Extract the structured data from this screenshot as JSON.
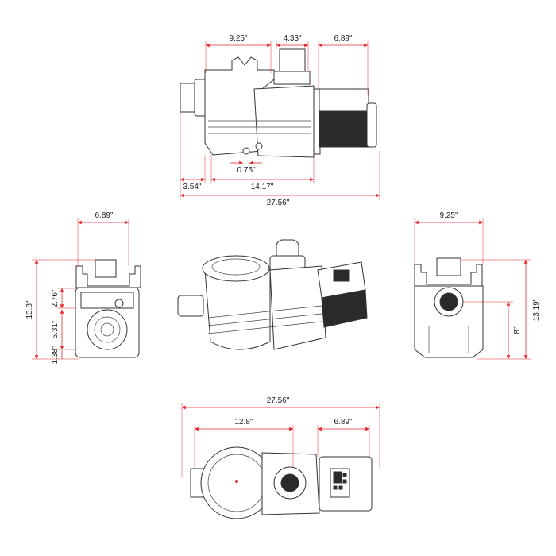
{
  "side_view": {
    "basket_width": "9.25\"",
    "inlet_tube_width": "4.33\"",
    "motor_length": "6.89\"",
    "drain_plug": "0.75\"",
    "inlet_pipe_length": "3.54\"",
    "body_length": "14.17\"",
    "overall_length": "27.56\""
  },
  "front_view": {
    "width": "6.89\"",
    "overall_height": "13.8\"",
    "upper_segment": "2.76\"",
    "middle_segment": "5.31\"",
    "base_segment": "1.38\""
  },
  "back_view": {
    "width": "9.25\"",
    "overall_height": "13.19\"",
    "inlet_height": "8\""
  },
  "top_view": {
    "overall_length": "27.56\"",
    "basket_to_outlet": "12.8\"",
    "motor_length": "6.89\""
  },
  "colors": {
    "dimension": "#e8262b",
    "outline": "#333333"
  }
}
